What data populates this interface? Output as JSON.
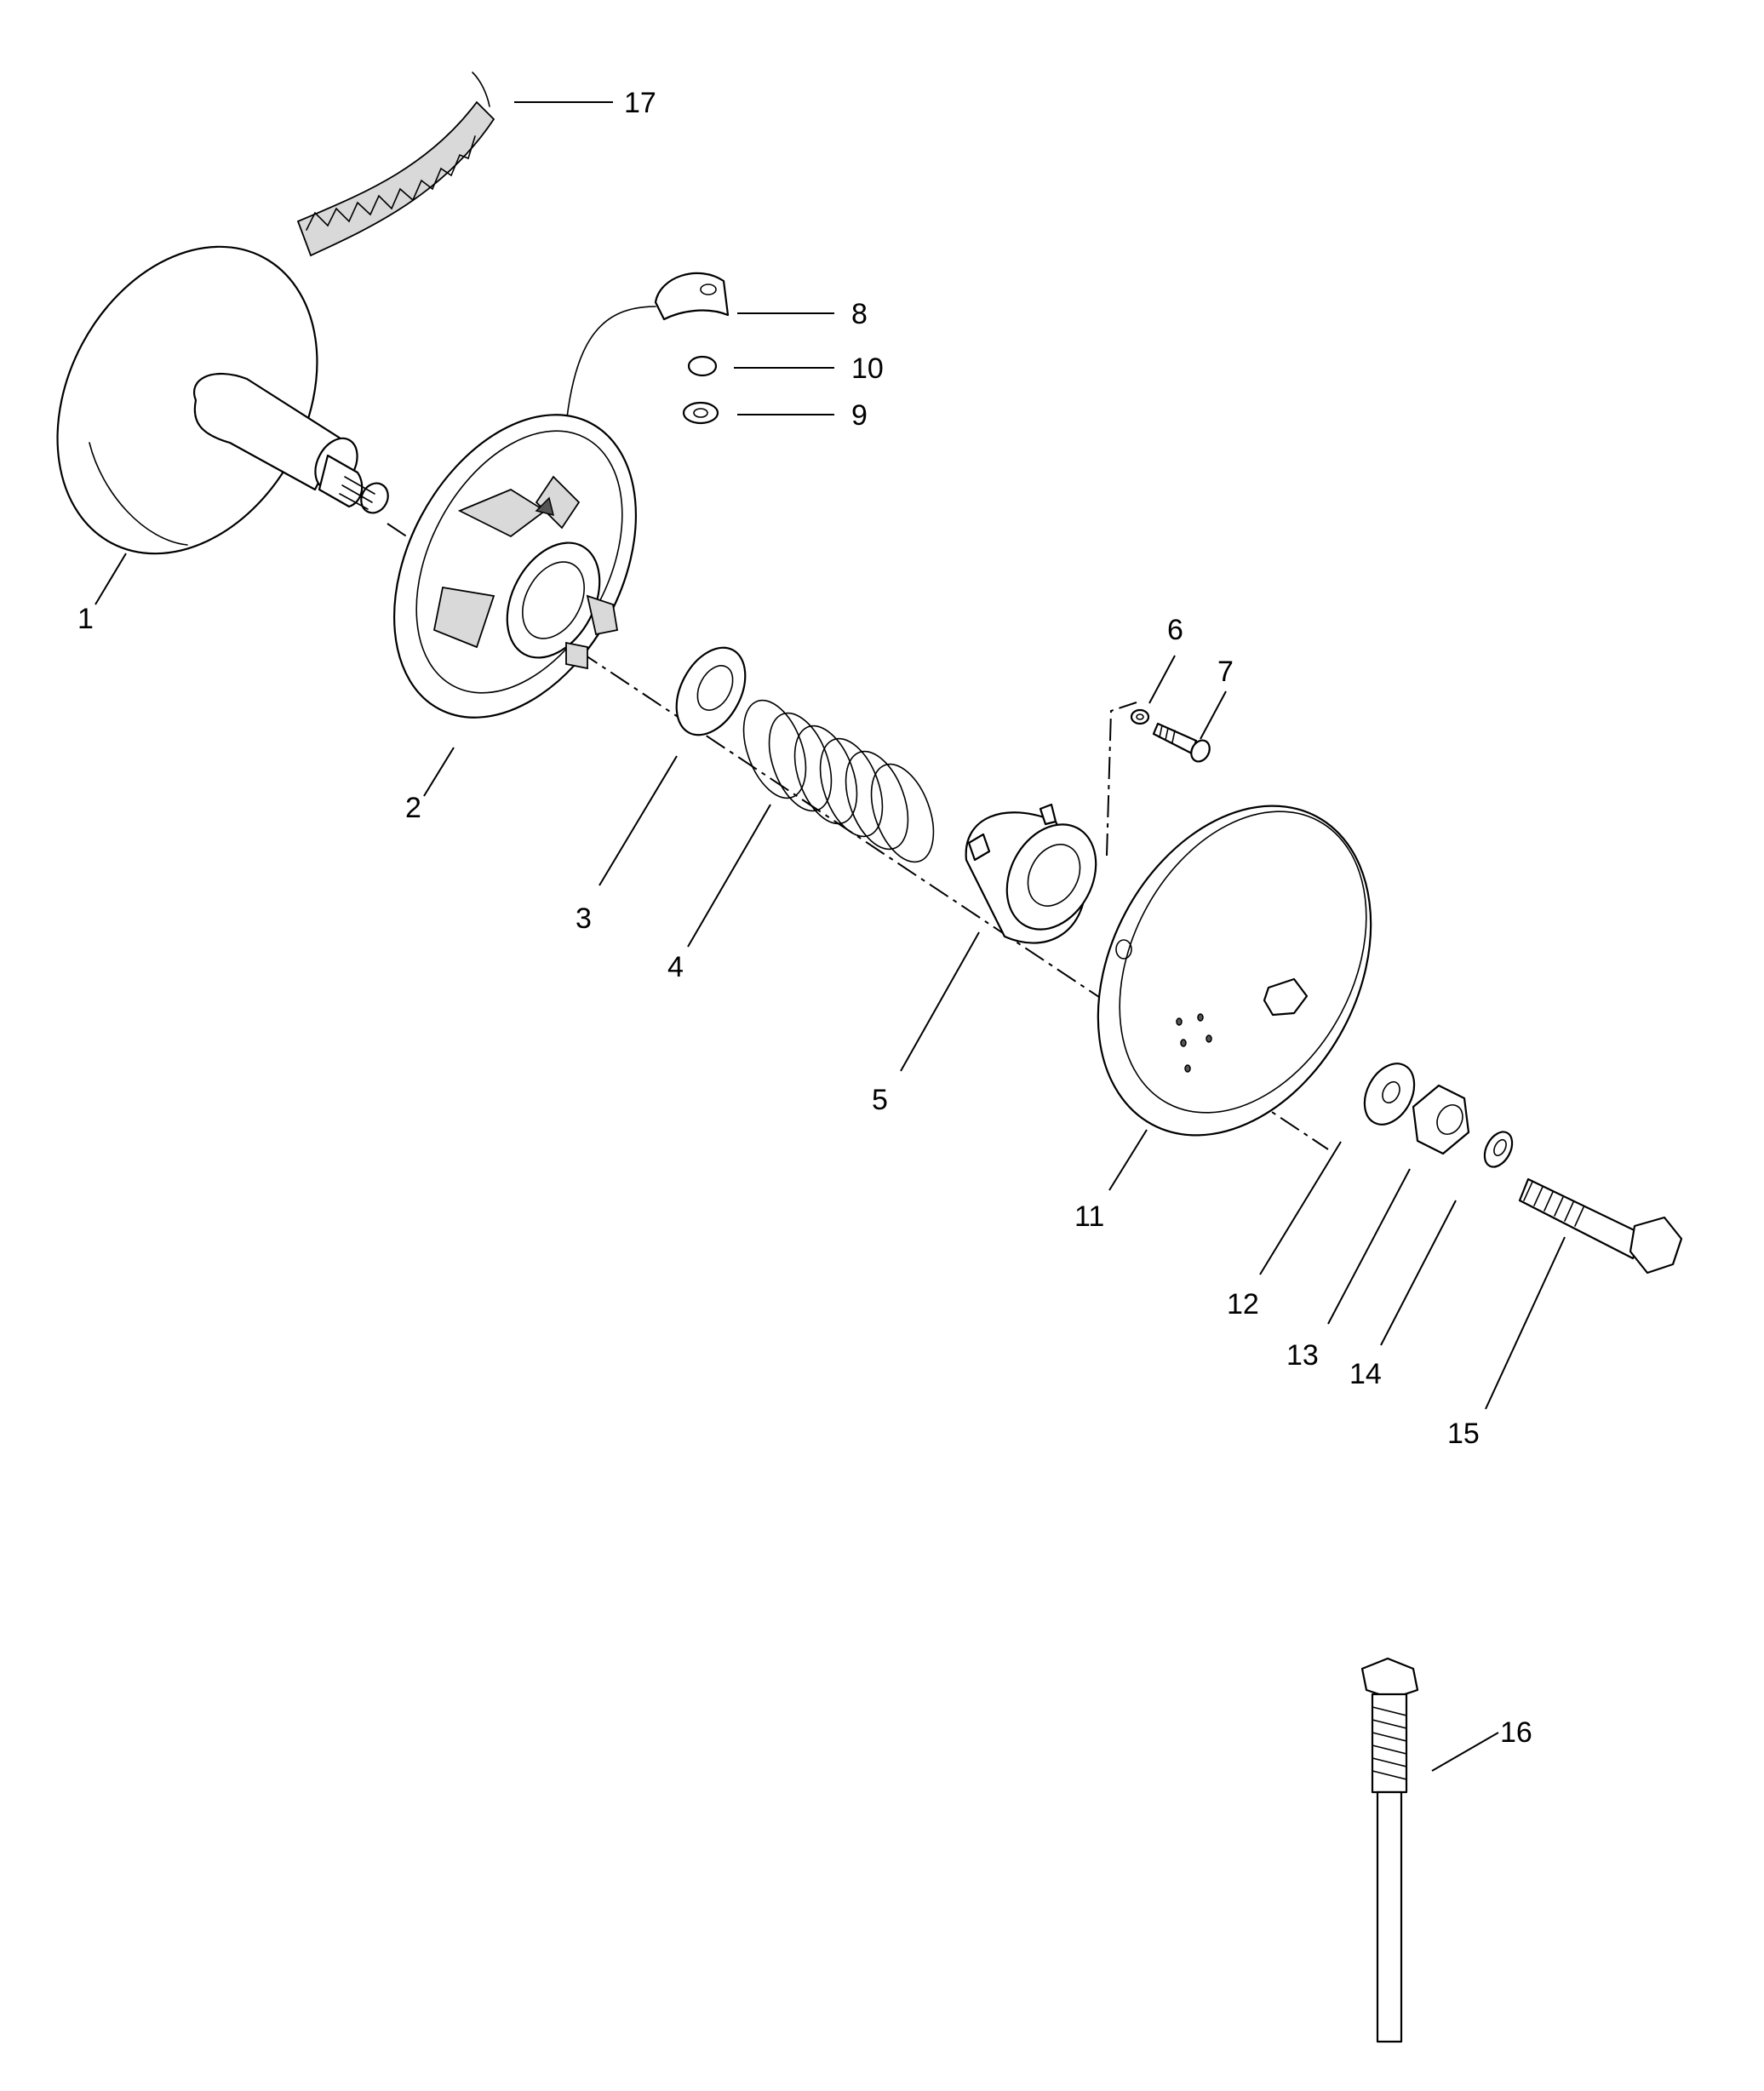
{
  "callouts": {
    "c1": "1",
    "c2": "2",
    "c3": "3",
    "c4": "4",
    "c5": "5",
    "c6": "6",
    "c7": "7",
    "c8": "8",
    "c9": "9",
    "c10": "10",
    "c11": "11",
    "c12": "12",
    "c13": "13",
    "c14": "14",
    "c15": "15",
    "c16": "16",
    "c17": "17"
  },
  "colors": {
    "line": "#000000",
    "background": "#ffffff",
    "shading": "#d9d9d9"
  }
}
